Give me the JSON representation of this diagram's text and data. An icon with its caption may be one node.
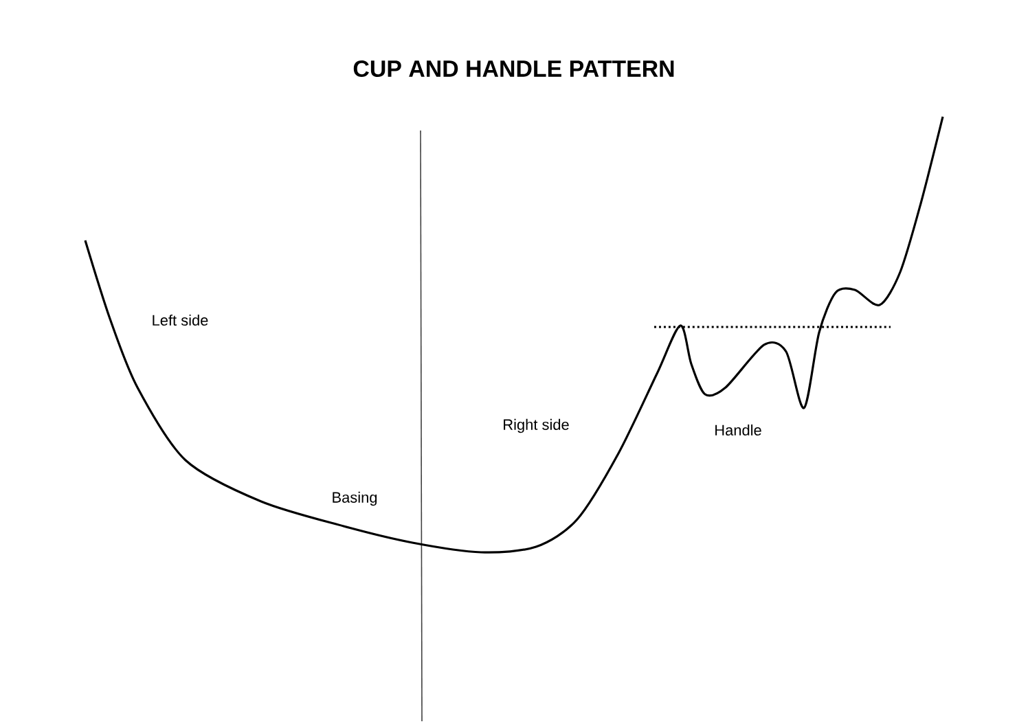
{
  "diagram": {
    "title": "CUP AND HANDLE PATTERN",
    "labels": [
      "Left side",
      "Basing",
      "Right side",
      "Handle"
    ]
  }
}
